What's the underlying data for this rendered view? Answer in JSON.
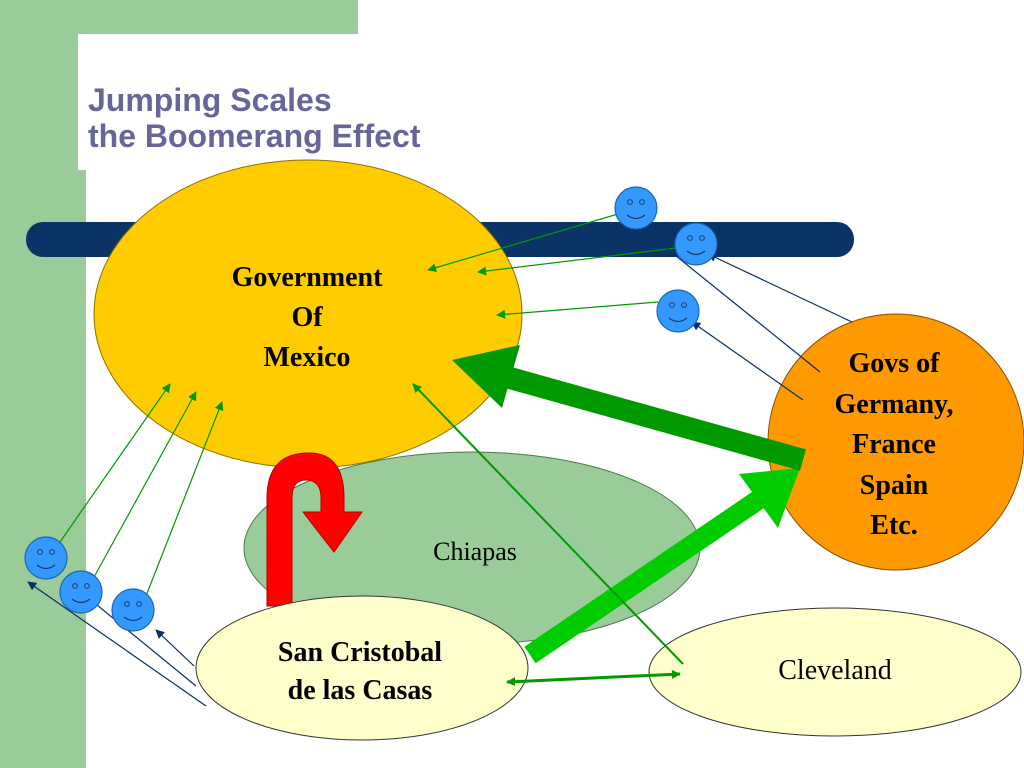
{
  "slide": {
    "title_lines": [
      "Jumping Scales",
      "the Boomerang Effect"
    ]
  },
  "nodes": {
    "mexico": {
      "lines": [
        "Government",
        "Of",
        "Mexico"
      ],
      "color": "#ffcc00"
    },
    "chiapas": {
      "label": "Chiapas",
      "color": "#99cc99"
    },
    "san_cristobal": {
      "lines": [
        "San Cristobal",
        "de las Casas"
      ],
      "color": "#ffffcc"
    },
    "cleveland": {
      "label": "Cleveland",
      "color": "#ffffcc"
    },
    "govs": {
      "lines": [
        "Govs of",
        "Germany,",
        "France",
        "Spain",
        "Etc."
      ],
      "color": "#ff9900"
    }
  },
  "colors": {
    "navy_bar": "#0a3366",
    "title": "#666699",
    "sidebar": "#99cc99",
    "bright_green_arrow": "#00cc00",
    "dark_green_arrow": "#009900",
    "u_turn_arrow": "#ff0000",
    "smiley_face": "#3399ff",
    "thin_green_line": "#009900",
    "thin_navy_line": "#0a2f66"
  },
  "icons": {
    "smiley": "smiley-face-icon"
  }
}
